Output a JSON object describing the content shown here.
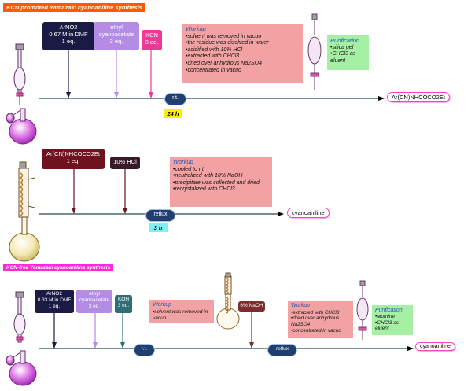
{
  "section1": {
    "title": "KCN promoted Yamazaki cyanoaniline synthesis",
    "reagents": [
      {
        "lines": [
          "ArNO2",
          "0.67 M in DMF",
          "1 eq."
        ]
      },
      {
        "lines": [
          "ethyl",
          "cyanoacetate",
          "3 eq."
        ]
      },
      {
        "lines": [
          "KCN",
          "3 eq."
        ]
      }
    ],
    "workup_title": "Workup",
    "workup": [
      "solvent was removed in vacuo",
      "the residue was disolved in water",
      "acidified with 10% HCl",
      "extracted with CHCl3",
      "dried over anhydrous Na2SO4",
      "concentrated in vacuo"
    ],
    "purification_title": "Purification",
    "purification": [
      "silica gel",
      "CHCl3 as eluent"
    ],
    "condition": "r.t.",
    "time": "24 h",
    "product": "Ar(CN)NHCOCO2Et"
  },
  "section2": {
    "reagents": [
      {
        "lines": [
          "Ar(CN)NHCOCO2Et",
          "1 eq."
        ]
      },
      {
        "lines": [
          "10% HCl"
        ]
      }
    ],
    "workup_title": "Workup",
    "workup": [
      "cooled to r.t.",
      "neutralized with 10% NaOH",
      "precipitate was collected and dried",
      "recrystalized with CHCl3"
    ],
    "condition": "reflux",
    "time": "3 h",
    "product": "cyanoaniline"
  },
  "section3": {
    "title": "KCN-free Yamazaki cyanoaniline synthesis",
    "reagents": [
      {
        "lines": [
          "ArNO2",
          "0.33 M in DMF",
          "1 eq."
        ]
      },
      {
        "lines": [
          "ethyl",
          "cyanoacetate",
          "3 eq."
        ]
      },
      {
        "lines": [
          "KOH",
          "3 eq."
        ]
      }
    ],
    "workup1_title": "Workup",
    "workup1": [
      "solvent was removed in vacuo"
    ],
    "reagent_mid": {
      "lines": [
        "6% NaOH"
      ]
    },
    "workup2_title": "Workup",
    "workup2": [
      "extracted with CHCl3",
      "dried over anhydrous Na2SO4",
      "concentrated in vacuo"
    ],
    "purification_title": "Purification",
    "purification": [
      "alumine",
      "CHCl3 as eluent"
    ],
    "condition1": "r.t.",
    "condition2": "reflux",
    "product": "cyanoaniline"
  },
  "colors": {
    "title1": "#ff5a00",
    "title2": "#ff2ad4",
    "workup_bg": "#f2a2a2",
    "purification_bg": "#a6f0a6",
    "product_border": "#ff40c0",
    "time1_bg": "#ffee00",
    "time2_bg": "#7ff0f0"
  }
}
